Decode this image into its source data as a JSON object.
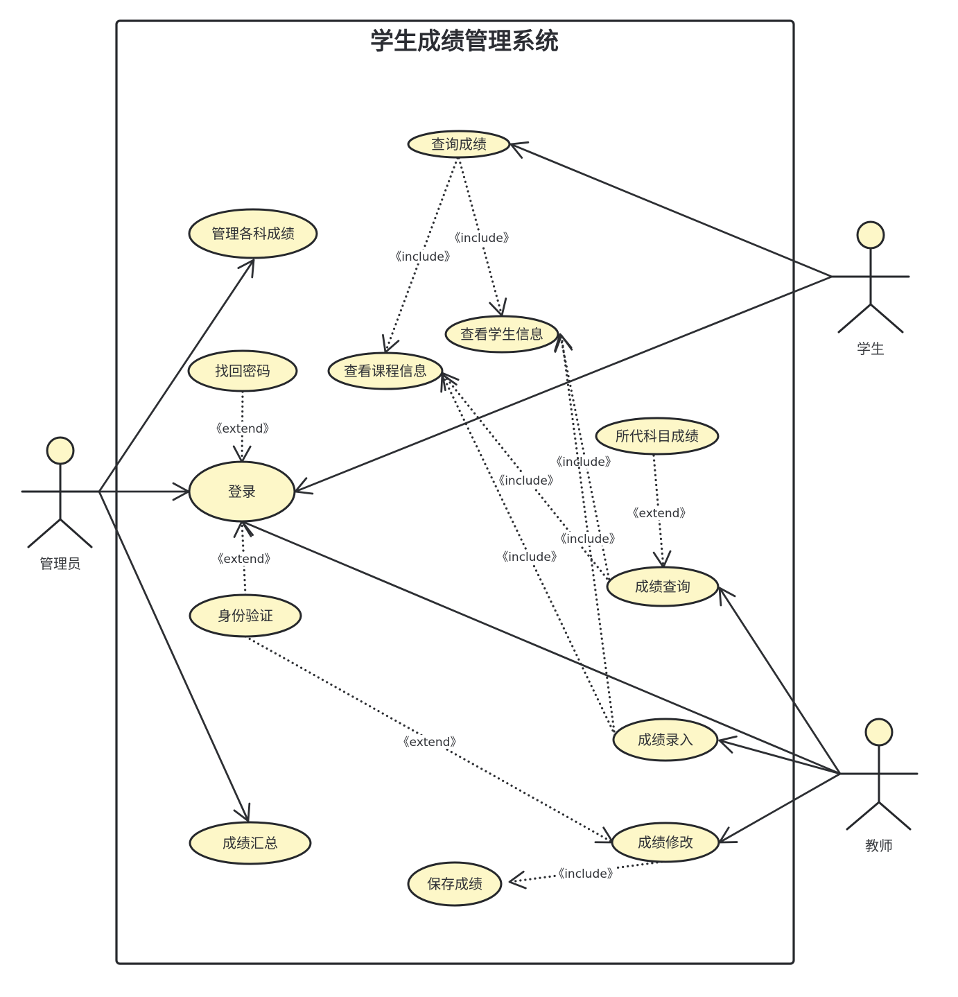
{
  "diagram": {
    "title": "学生成绩管理系统",
    "type": "UML use case diagram",
    "colors": {
      "use_case_fill": "#fdf7c8",
      "stroke": "#26282c",
      "text": "#2f3136",
      "background": "#ffffff"
    },
    "actors": [
      {
        "id": "admin",
        "label": "管理员"
      },
      {
        "id": "student",
        "label": "学生"
      },
      {
        "id": "teacher",
        "label": "教师"
      }
    ],
    "use_cases": [
      {
        "id": "query_score",
        "label": "查询成绩"
      },
      {
        "id": "manage_scores",
        "label": "管理各科成绩"
      },
      {
        "id": "view_student",
        "label": "查看学生信息"
      },
      {
        "id": "recover_pwd",
        "label": "找回密码"
      },
      {
        "id": "view_course",
        "label": "查看课程信息"
      },
      {
        "id": "subject_score",
        "label": "所代科目成绩"
      },
      {
        "id": "login",
        "label": "登录"
      },
      {
        "id": "score_query",
        "label": "成绩查询"
      },
      {
        "id": "identity",
        "label": "身份验证"
      },
      {
        "id": "score_entry",
        "label": "成绩录入"
      },
      {
        "id": "score_summary",
        "label": "成绩汇总"
      },
      {
        "id": "score_modify",
        "label": "成绩修改"
      },
      {
        "id": "save_score",
        "label": "保存成绩"
      }
    ],
    "associations": [
      {
        "from": "admin",
        "to": "manage_scores"
      },
      {
        "from": "admin",
        "to": "login"
      },
      {
        "from": "admin",
        "to": "score_summary"
      },
      {
        "from": "student",
        "to": "query_score"
      },
      {
        "from": "student",
        "to": "login"
      },
      {
        "from": "teacher",
        "to": "login"
      },
      {
        "from": "teacher",
        "to": "score_query"
      },
      {
        "from": "teacher",
        "to": "score_entry"
      },
      {
        "from": "teacher",
        "to": "score_modify"
      }
    ],
    "dependencies": [
      {
        "from": "query_score",
        "to": "view_course",
        "label": "《include》"
      },
      {
        "from": "query_score",
        "to": "view_student",
        "label": "《include》"
      },
      {
        "from": "recover_pwd",
        "to": "login",
        "label": "《extend》"
      },
      {
        "from": "identity",
        "to": "login",
        "label": "《extend》"
      },
      {
        "from": "subject_score",
        "to": "score_query",
        "label": "《extend》"
      },
      {
        "from": "score_query",
        "to": "view_course",
        "label": "《include》"
      },
      {
        "from": "score_query",
        "to": "view_student",
        "label": "《include》"
      },
      {
        "from": "score_entry",
        "to": "view_course",
        "label": "《include》"
      },
      {
        "from": "score_entry",
        "to": "view_student",
        "label": "《include》"
      },
      {
        "from": "identity",
        "to": "score_modify",
        "label": "《extend》"
      },
      {
        "from": "score_modify",
        "to": "save_score",
        "label": "《include》"
      }
    ]
  }
}
